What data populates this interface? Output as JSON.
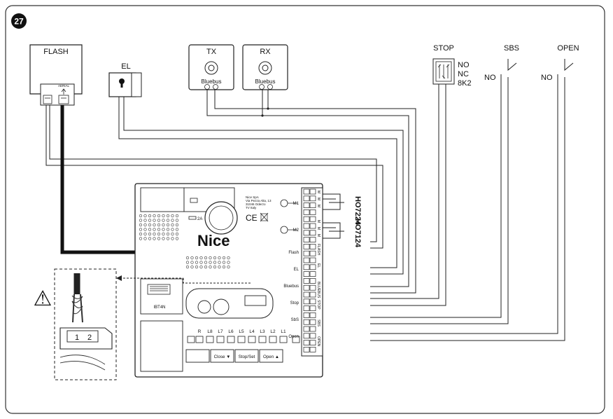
{
  "figure": {
    "number": "27"
  },
  "devices": {
    "flash": {
      "label": "FLASH",
      "aerial": "AERIAL"
    },
    "el": {
      "label": "EL"
    },
    "tx": {
      "label": "TX",
      "bus": "Bluebus"
    },
    "rx": {
      "label": "RX",
      "bus": "Bluebus"
    },
    "stop": {
      "label": "STOP",
      "options": [
        "NO",
        "NC",
        "8K2"
      ]
    },
    "sbs": {
      "label": "SBS",
      "contact": "NO"
    },
    "open": {
      "label": "OPEN",
      "contact": "NO"
    }
  },
  "control_unit": {
    "brand": "Nice",
    "address": [
      "Nice SpA",
      "Via Pezza Alta, 13",
      "31046 Oderzo",
      "TV Italy"
    ],
    "ce_mark": "CE",
    "fuse": "2A",
    "receiver_slot": "IBT4N",
    "terminal_labels": [
      {
        "key": "m1",
        "text": "M1"
      },
      {
        "key": "m2",
        "text": "M2"
      },
      {
        "key": "flash",
        "text": "Flash"
      },
      {
        "key": "el",
        "text": "EL"
      },
      {
        "key": "bluebus",
        "text": "Bluebus"
      },
      {
        "key": "stop",
        "text": "Stop"
      },
      {
        "key": "sbs",
        "text": "SbS"
      },
      {
        "key": "open",
        "text": "Open"
      }
    ],
    "terminal_block_codes": [
      "M",
      "M",
      "M",
      "M",
      "M",
      "M",
      "FLASH",
      "EL",
      "BLUEBUS",
      "STOP",
      "SBS",
      "OPEN"
    ],
    "motor_models": [
      "HO7224",
      "HO7124"
    ],
    "leds": [
      "R",
      "L8",
      "L7",
      "L6",
      "L5",
      "L4",
      "L3",
      "L2",
      "L1"
    ],
    "buttons": [
      "",
      "Close ▼",
      "Stop/Set",
      "Open ▲"
    ]
  },
  "detail": {
    "terminal_numbers": [
      "1",
      "2"
    ],
    "warning_symbol": "⚠"
  }
}
